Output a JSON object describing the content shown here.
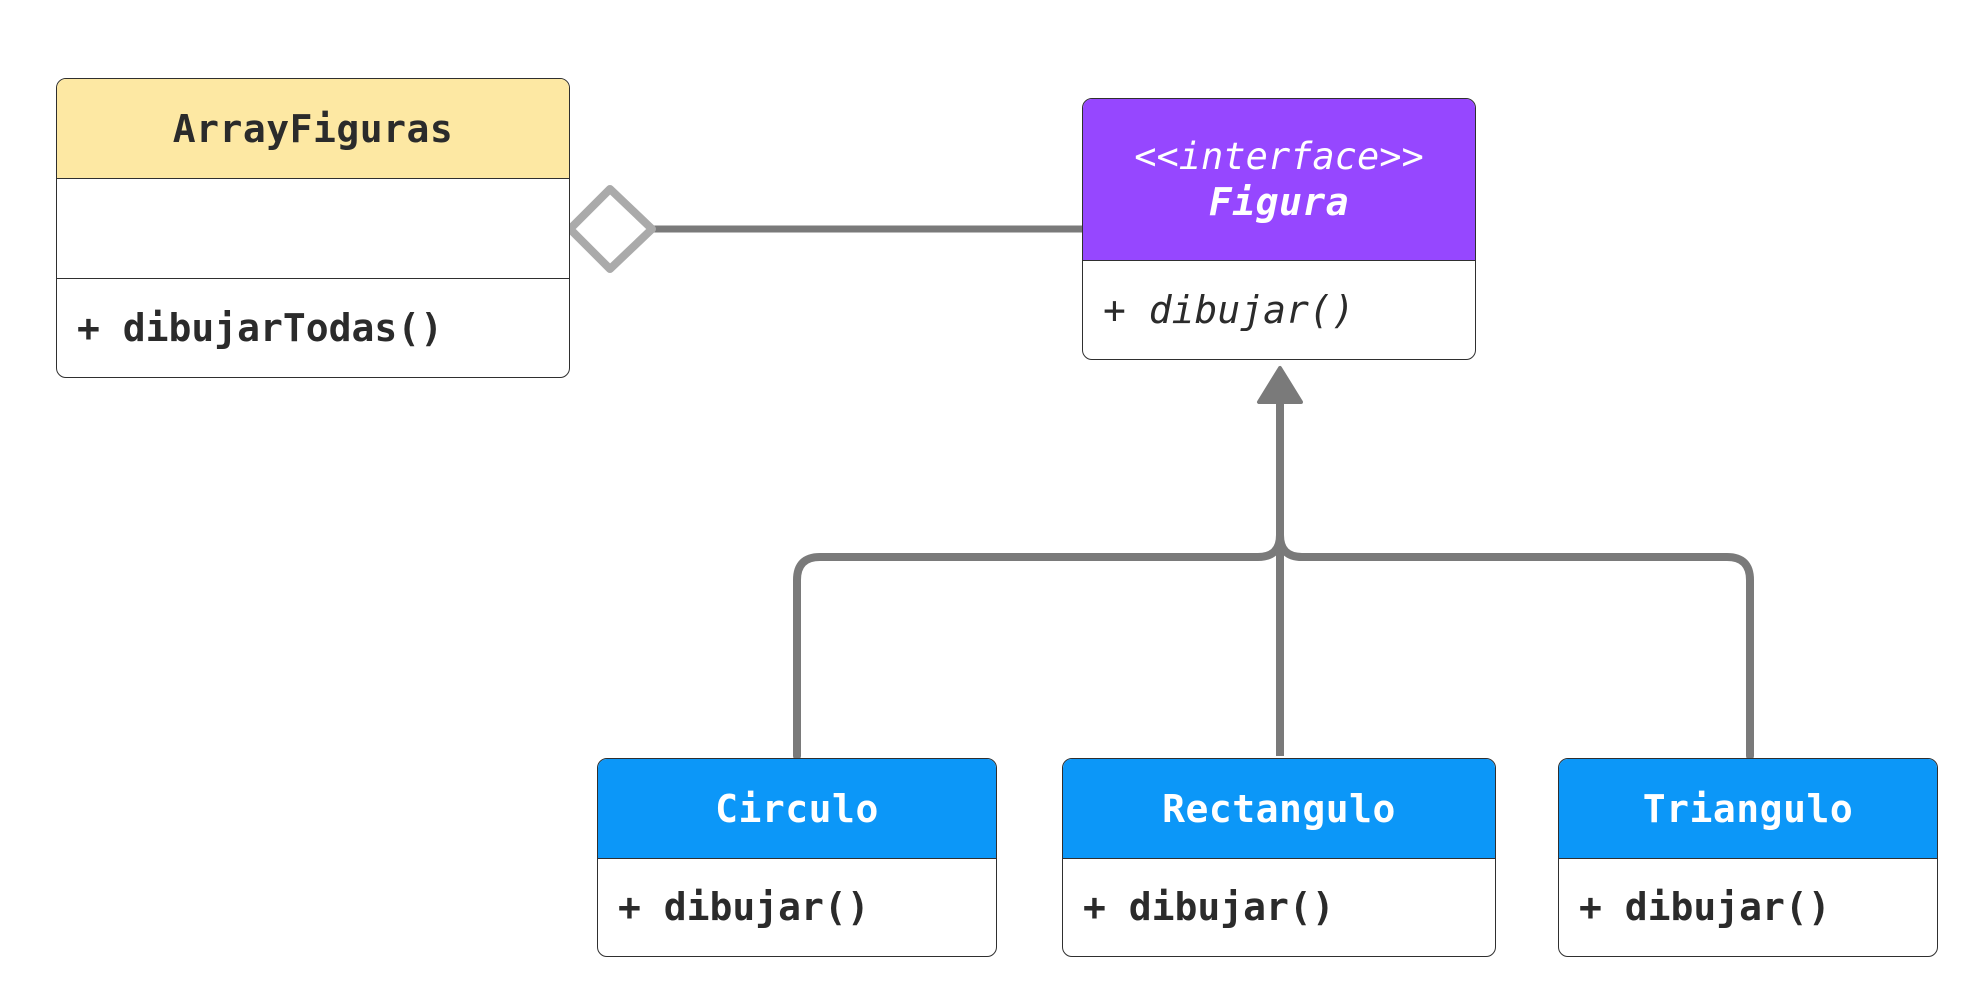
{
  "diagram": {
    "classes": {
      "array_figuras": {
        "name": "ArrayFiguras",
        "attributes": "",
        "operation": "+ dibujarTodas()"
      },
      "figura": {
        "stereotype": "<<interface>>",
        "name": "Figura",
        "operation": "+ dibujar()"
      },
      "circulo": {
        "name": "Circulo",
        "operation": "+ dibujar()"
      },
      "rectangulo": {
        "name": "Rectangulo",
        "operation": "+ dibujar()"
      },
      "triangulo": {
        "name": "Triangulo",
        "operation": "+ dibujar()"
      }
    },
    "relationships": [
      {
        "type": "aggregation",
        "from": "ArrayFiguras",
        "to": "Figura"
      },
      {
        "type": "realization",
        "from": "Circulo",
        "to": "Figura"
      },
      {
        "type": "realization",
        "from": "Rectangulo",
        "to": "Figura"
      },
      {
        "type": "realization",
        "from": "Triangulo",
        "to": "Figura"
      }
    ],
    "colors": {
      "array_header": "#fde8a3",
      "interface_header": "#9647ff",
      "concrete_header": "#0c97f8",
      "connector": "#7a7a7a",
      "diamond": "#aaaaaa",
      "border": "#2f2f2f"
    }
  }
}
